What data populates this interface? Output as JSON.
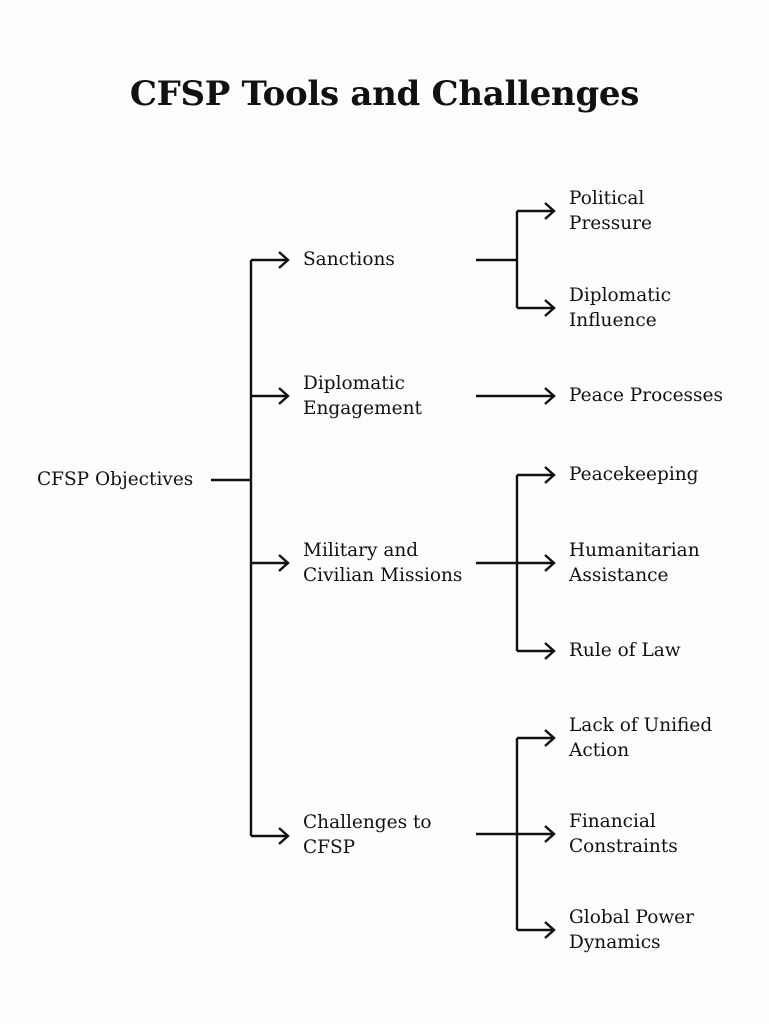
{
  "title": "CFSP Tools and Challenges",
  "diagram": {
    "root": "CFSP Objectives",
    "branches": [
      {
        "id": "sanctions",
        "label_lines": [
          "Sanctions"
        ],
        "children": [
          {
            "id": "political-pressure",
            "label_lines": [
              "Political",
              "Pressure"
            ]
          },
          {
            "id": "diplomatic-influence",
            "label_lines": [
              "Diplomatic",
              "Influence"
            ]
          }
        ]
      },
      {
        "id": "diplomatic-engagement",
        "label_lines": [
          "Diplomatic",
          "Engagement"
        ],
        "children": [
          {
            "id": "peace-processes",
            "label_lines": [
              "Peace Processes"
            ]
          }
        ]
      },
      {
        "id": "military-civilian-missions",
        "label_lines": [
          "Military and",
          "Civilian Missions"
        ],
        "children": [
          {
            "id": "peacekeeping",
            "label_lines": [
              "Peacekeeping"
            ]
          },
          {
            "id": "humanitarian-assistance",
            "label_lines": [
              "Humanitarian",
              "Assistance"
            ]
          },
          {
            "id": "rule-of-law",
            "label_lines": [
              "Rule of Law"
            ]
          }
        ]
      },
      {
        "id": "challenges",
        "label_lines": [
          "Challenges to",
          "CFSP"
        ],
        "children": [
          {
            "id": "lack-of-unified-action",
            "label_lines": [
              "Lack of Unified",
              "Action"
            ]
          },
          {
            "id": "financial-constraints",
            "label_lines": [
              "Financial",
              "Constraints"
            ]
          },
          {
            "id": "global-power-dynamics",
            "label_lines": [
              "Global Power",
              "Dynamics"
            ]
          }
        ]
      }
    ]
  }
}
